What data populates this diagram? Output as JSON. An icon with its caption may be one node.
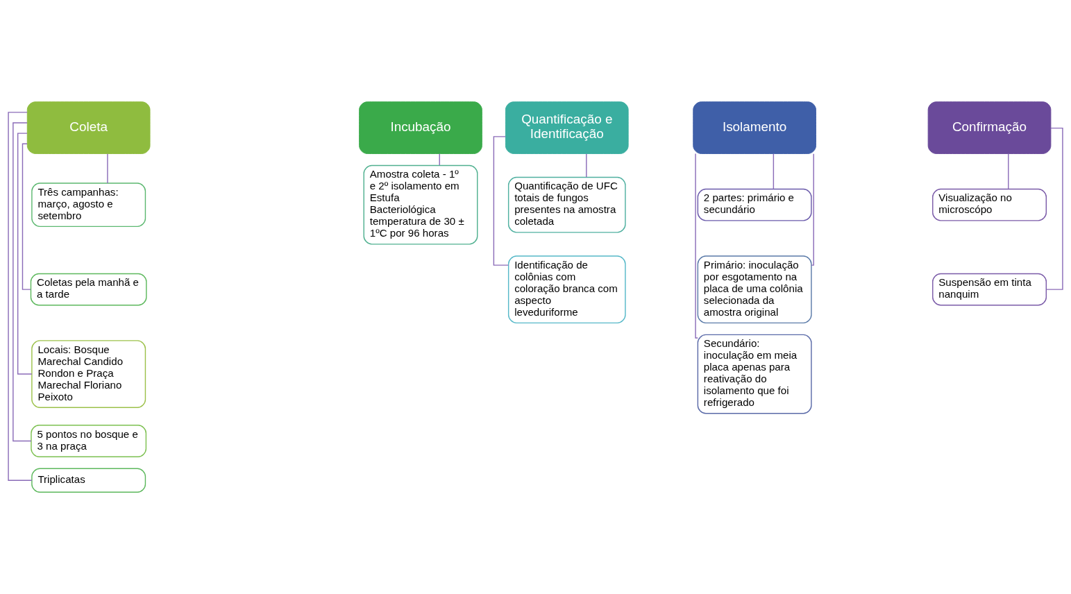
{
  "diagram": {
    "nodes": [
      {
        "text": [
          "Coleta"
        ]
      },
      {
        "text": [
          "Três campanhas: março, agosto e setembro"
        ]
      },
      {
        "text": [
          "Coletas pela manhã e a tarde"
        ]
      },
      {
        "text": [
          "Locais: Bosque Marechal Candido Rondon e Praça Marechal Floriano Peixoto"
        ]
      },
      {
        "text": [
          "5 pontos no bosque e 3 na praça"
        ]
      },
      {
        "text": [
          "Triplicatas"
        ]
      },
      {
        "text": [
          "Incubação"
        ]
      },
      {
        "text": [
          "Amostra coleta - 1º e 2º isolamento em Estufa Bacteriológica temperatura de 30 ± 1ºC por 96 horas"
        ]
      },
      {
        "text": [
          "Quantificação e Identificação"
        ]
      },
      {
        "text": [
          "Quantificação de UFC  totais de fungos presentes na amostra coletada"
        ]
      },
      {
        "text": [
          "Identificação de colônias com coloração branca com aspecto leveduriforme"
        ]
      },
      {
        "text": [
          "Isolamento"
        ]
      },
      {
        "text": [
          "2 partes: primário e secundário"
        ]
      },
      {
        "text": [
          "Primário: inoculação  por esgotamento na placa de uma colônia selecionada da amostra original"
        ]
      },
      {
        "text": [
          "Secundário: inoculação em meia placa apenas para reativação do isolamento que foi refrigerado"
        ]
      },
      {
        "text": [
          "Confirmação"
        ]
      },
      {
        "text": [
          "Visualização no microscópo"
        ]
      },
      {
        "text": [
          "Suspensão em tinta nanquim"
        ]
      }
    ],
    "edges": [
      {
        "from": 0,
        "to": 1,
        "arrow": "none"
      },
      {
        "from": 0,
        "to": 2,
        "arrow": "none"
      },
      {
        "from": 0,
        "to": 3,
        "arrow": "none"
      },
      {
        "from": 0,
        "to": 4,
        "arrow": "none"
      },
      {
        "from": 0,
        "to": 5,
        "arrow": "none"
      },
      {
        "from": 6,
        "to": 7,
        "arrow": "none"
      },
      {
        "from": 8,
        "to": 9,
        "arrow": "none"
      },
      {
        "from": 8,
        "to": 10,
        "arrow": "none"
      },
      {
        "from": 11,
        "to": 12,
        "arrow": "none"
      },
      {
        "from": 11,
        "to": 13,
        "arrow": "none"
      },
      {
        "from": 11,
        "to": 14,
        "arrow": "none"
      },
      {
        "from": 15,
        "to": 16,
        "arrow": "none"
      },
      {
        "from": 15,
        "to": 17,
        "arrow": "none"
      }
    ]
  }
}
